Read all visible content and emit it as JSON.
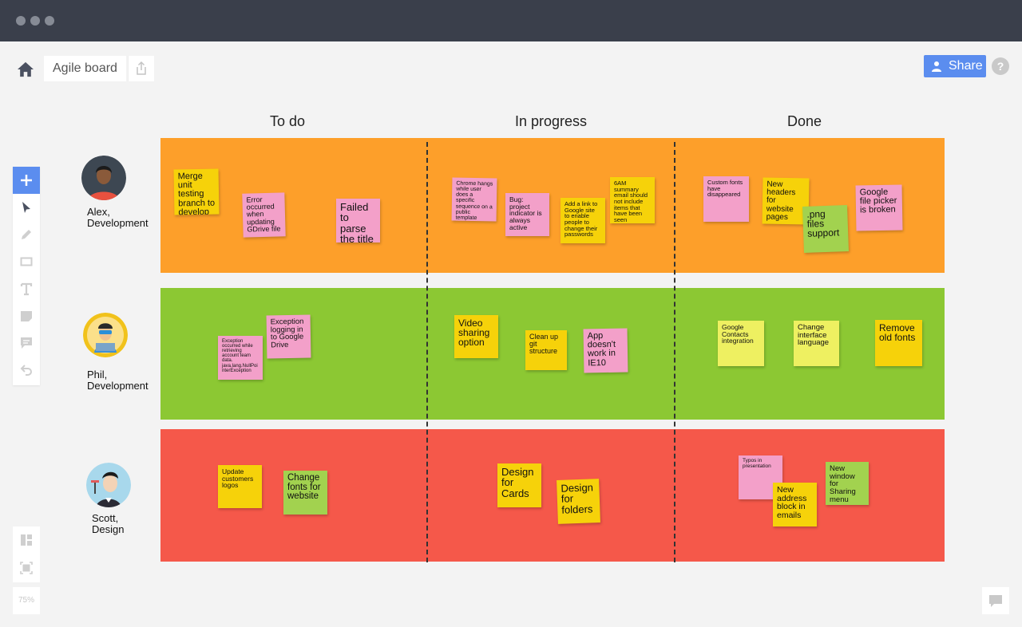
{
  "toolbar_top": {
    "board_title": "Agile board",
    "share_label": "Share",
    "help_label": "?"
  },
  "columns": [
    "To do",
    "In progress",
    "Done"
  ],
  "lane_colors": {
    "alex": "#fd9f2a",
    "phil": "#8cc833",
    "scott": "#f5584a"
  },
  "people": [
    {
      "name": "Alex,\nDevelopment"
    },
    {
      "name": "Phil,\nDevelopment"
    },
    {
      "name": "Scott,\nDesign"
    }
  ],
  "notes": {
    "n1": "Merge unit testing branch to develop",
    "n2": "Error occurred when updating GDrive file",
    "n3": "Failed to parse the title",
    "n4": "Chrome hangs while user does a specific sequence on a public template",
    "n5": "Bug: project indicator is always active",
    "n6": "Add a link to Google site to enable people to change their passwords",
    "n7": "6AM summary email should not include items that have been seen",
    "n8": "Custom fonts have disappeared",
    "n9": "New headers for website pages",
    "n10": ".png files support",
    "n11": "Google file picker is broken",
    "n12": "Exception occurred while retrieving account team data. java.lang.NullPointerException",
    "n13": "Exception logging in to Google Drive",
    "n14": "Video sharing option",
    "n15": "Clean up git structure",
    "n16": "App doesn't work in IE10",
    "n17": "Google Contacts integration",
    "n18": "Change interface language",
    "n19": "Remove old fonts",
    "n20": "Update customers logos",
    "n21": "Change fonts for website",
    "n22": "Design for Cards",
    "n23": "Design for folders",
    "n24": "Typos in presentation",
    "n25": "New address block in emails",
    "n26": "New window for Sharing menu"
  },
  "zoom_level": "75%",
  "icons": {
    "home": "home-icon",
    "export": "export-icon",
    "share": "person-icon",
    "add": "plus-icon",
    "select": "cursor-icon",
    "pen": "pen-icon",
    "rect": "rectangle-icon",
    "text": "text-icon",
    "sticky": "sticky-note-icon",
    "comment": "comment-icon",
    "undo": "undo-icon",
    "layout": "layout-icon",
    "fit": "fit-screen-icon",
    "chat": "chat-icon"
  }
}
